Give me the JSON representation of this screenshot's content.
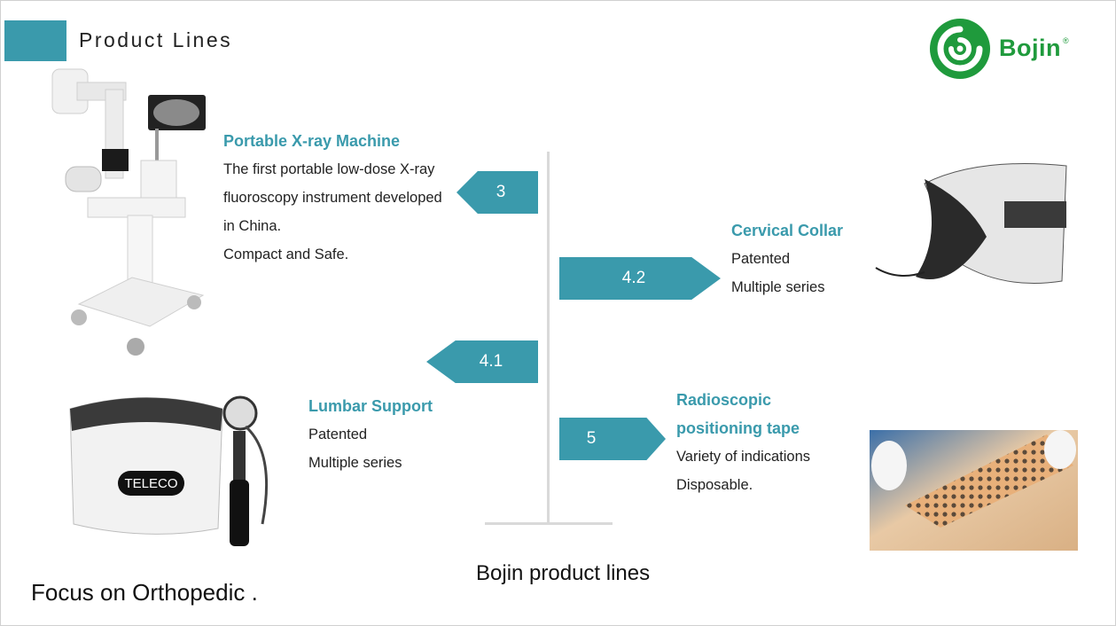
{
  "slide": {
    "title": "Product Lines",
    "brand": {
      "name": "Bojin",
      "registered_mark": "®",
      "color": "#1f9a3c"
    },
    "accent_color": "#3a9aac",
    "footer_left": "Focus on Orthopedic .",
    "footer_center": "Bojin product lines"
  },
  "products": [
    {
      "id": "3",
      "title": "Portable X-ray Machine",
      "lines": [
        "The first portable low-dose X-ray",
        "fluoroscopy instrument developed",
        "in China.",
        "Compact and Safe."
      ],
      "arrow_direction": "left"
    },
    {
      "id": "4.2",
      "title": "Cervical Collar",
      "lines": [
        "Patented",
        "Multiple series"
      ],
      "arrow_direction": "right"
    },
    {
      "id": "4.1",
      "title": "Lumbar Support",
      "lines": [
        "Patented",
        "Multiple series"
      ],
      "arrow_direction": "left",
      "product_label": "TELECO"
    },
    {
      "id": "5",
      "title_lines": [
        "Radioscopic",
        "positioning tape"
      ],
      "lines": [
        "Variety of indications",
        "Disposable."
      ],
      "arrow_direction": "right"
    }
  ]
}
